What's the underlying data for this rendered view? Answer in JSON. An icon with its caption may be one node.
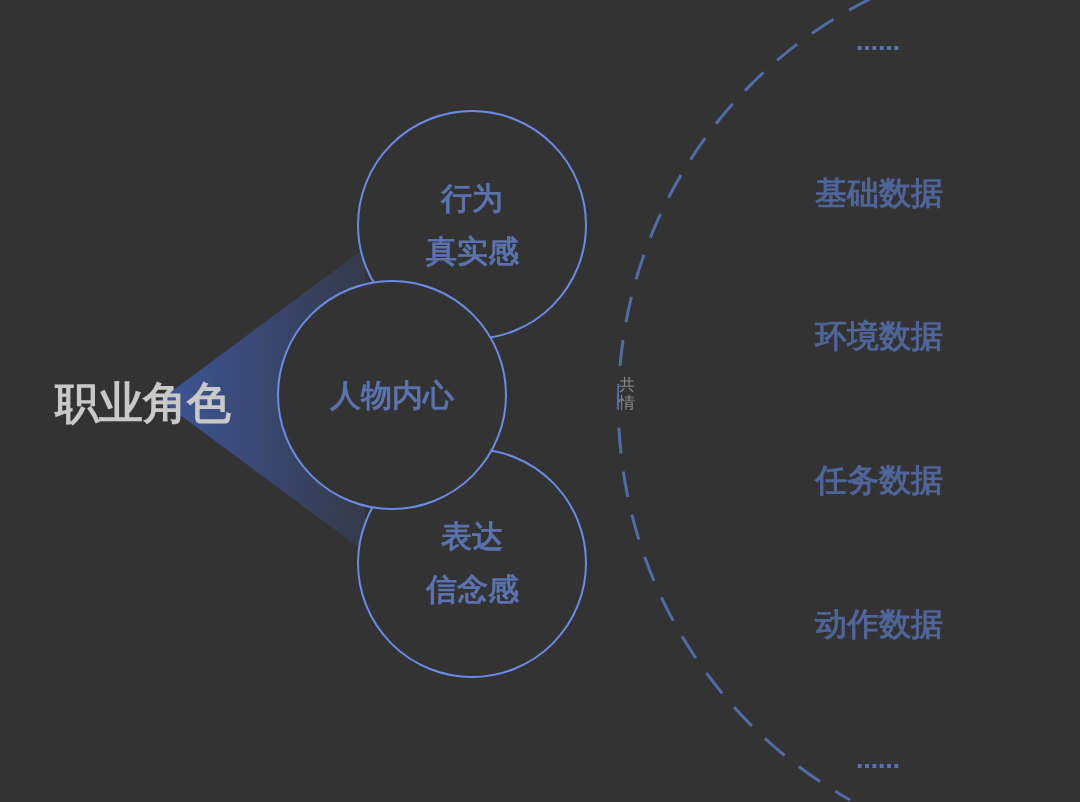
{
  "diagram": {
    "nodes": [
      {
        "text": [
          "行为",
          "真实感"
        ]
      },
      {
        "text": [
          "人物内心"
        ]
      },
      {
        "text": [
          "表达",
          "信念感"
        ]
      }
    ],
    "edges": [],
    "labels": [
      "职业角色",
      "共情",
      "……",
      "基础数据",
      "环境数据",
      "任务数据",
      "动作数据",
      "……"
    ]
  }
}
